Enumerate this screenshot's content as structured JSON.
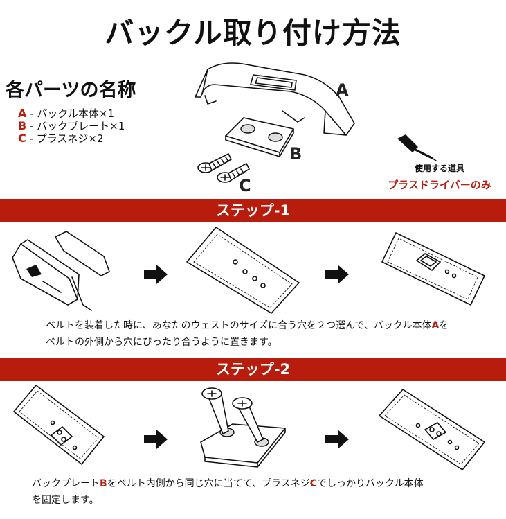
{
  "title": "バックル取り付け方法",
  "parts": {
    "heading": "各パーツの名称",
    "items": [
      {
        "letter": "A",
        "text": "- バックル本体×1"
      },
      {
        "letter": "B",
        "text": "- バックプレート×1"
      },
      {
        "letter": "C",
        "text": "- プラスネジ×2"
      }
    ],
    "labels": {
      "a": "A",
      "b": "B",
      "c": "C"
    }
  },
  "tool": {
    "caption": "使用する道具",
    "name": "プラスドライバーのみ"
  },
  "step1": {
    "heading": "ステップ-1",
    "line1_before": "ベルトを装着した時に、あなたのウェストのサイズに合う穴を２つ選んで、バックル本体",
    "line1_hl": "A",
    "line1_after": "を",
    "line2": "ベルトの外側から穴にぴったり合うように置きます。"
  },
  "step2": {
    "heading": "ステップ-2",
    "line1_a": "バックプレート",
    "line1_hl1": "B",
    "line1_b": "をベルト内側から同じ穴に当てて、プラスネジ",
    "line1_hl2": "C",
    "line1_c": "でしっかりバックル本体",
    "line2": "を固定します。"
  },
  "colors": {
    "accent": "#b71c0c",
    "band_text": "#ffffff"
  }
}
